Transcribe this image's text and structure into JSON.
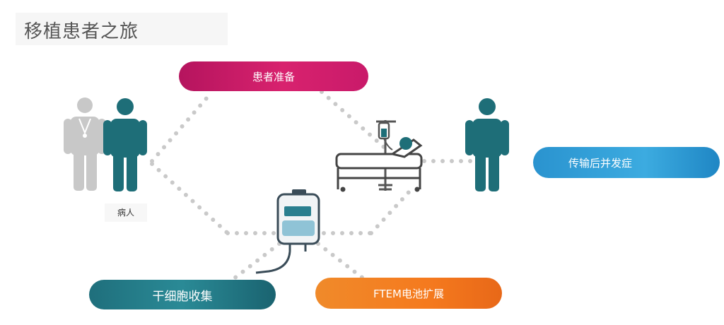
{
  "title": "移植患者之旅",
  "nodes": {
    "patient_prep": "患者准备",
    "complications": "传输后并发症",
    "stem_cell_collection": "干细胞收集",
    "ftem_expansion": "FTEM电池扩展",
    "patient": "病人"
  },
  "colors": {
    "magenta": "#d01f69",
    "blue": "#33a3db",
    "teal": "#237d8a",
    "orange": "#f27d24",
    "person_teal": "#1e6e78",
    "person_gray": "#c8c8c8",
    "dots": "#c9c9c9"
  },
  "icons": [
    "doctor-icon",
    "patient-icon",
    "hospital-bed-icon",
    "iv-bag-icon",
    "person-icon"
  ]
}
